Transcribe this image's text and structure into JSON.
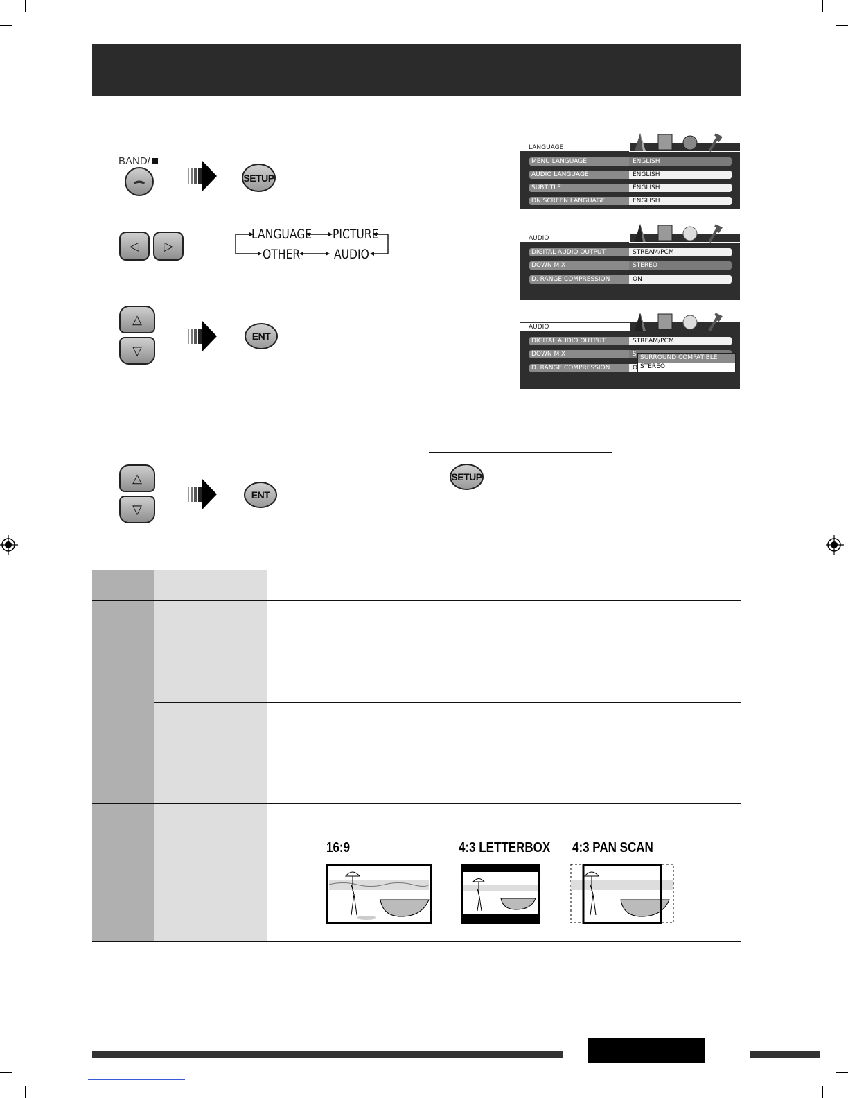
{
  "controls": {
    "band_label": "BAND/",
    "setup_label": "SETUP",
    "ent_label": "ENT"
  },
  "cycle": {
    "language": "LANGUAGE",
    "picture": "PICTURE",
    "other": "OTHER",
    "audio": "AUDIO"
  },
  "osd_language": {
    "tab": "LANGUAGE",
    "rows": [
      {
        "key": "MENU LANGUAGE",
        "value": "ENGLISH"
      },
      {
        "key": "AUDIO LANGUAGE",
        "value": "ENGLISH"
      },
      {
        "key": "SUBTITLE",
        "value": "ENGLISH"
      },
      {
        "key": "ON SCREEN LANGUAGE",
        "value": "ENGLISH"
      }
    ]
  },
  "osd_audio": {
    "tab": "AUDIO",
    "rows": [
      {
        "key": "DIGITAL AUDIO OUTPUT",
        "value": "STREAM/PCM"
      },
      {
        "key": "DOWN MIX",
        "value": "STEREO"
      },
      {
        "key": "D. RANGE COMPRESSION",
        "value": "ON"
      }
    ]
  },
  "osd_audio_dropdown": {
    "tab": "AUDIO",
    "rows": [
      {
        "key": "DIGITAL AUDIO OUTPUT",
        "value": "STREAM/PCM"
      },
      {
        "key": "DOWN MIX",
        "value": "S"
      },
      {
        "key": "D. RANGE COMPRESSION",
        "value": "O"
      }
    ],
    "options": [
      "SURROUND COMPATIBLE",
      "STEREO"
    ]
  },
  "aspect": {
    "wide": "16:9",
    "letterbox": "4:3 LETTERBOX",
    "panscan": "4:3 PAN SCAN"
  },
  "colors": {
    "title_bar": "#2b2b2b",
    "table_col1": "#b0b0b0",
    "table_col2": "#dedede"
  }
}
